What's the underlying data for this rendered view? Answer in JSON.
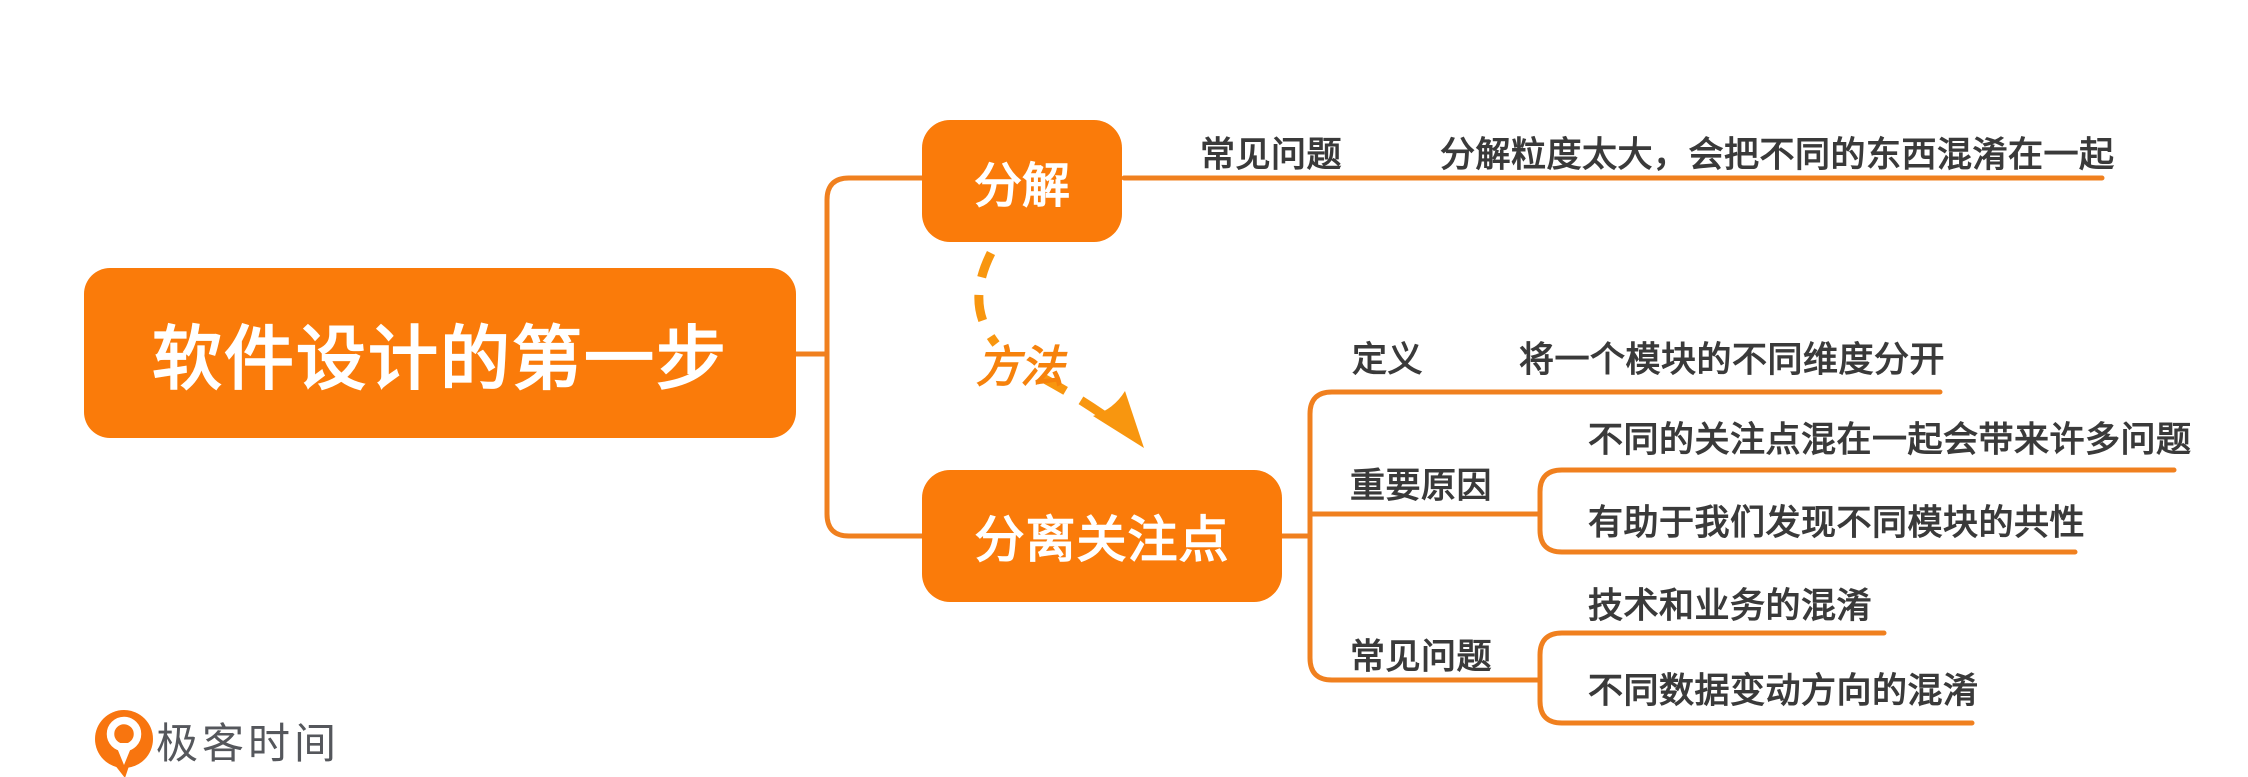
{
  "mindmap": {
    "root": {
      "label": "软件设计的第一步"
    },
    "branches": [
      {
        "label": "分解",
        "children": [
          {
            "label": "常见问题",
            "children": [
              {
                "label": "分解粒度太大，会把不同的东西混淆在一起"
              }
            ]
          }
        ]
      },
      {
        "label": "分离关注点",
        "children": [
          {
            "label": "定义",
            "children": [
              {
                "label": "将一个模块的不同维度分开"
              }
            ]
          },
          {
            "label": "重要原因",
            "children": [
              {
                "label": "不同的关注点混在一起会带来许多问题"
              },
              {
                "label": "有助于我们发现不同模块的共性"
              }
            ]
          },
          {
            "label": "常见问题",
            "children": [
              {
                "label": "技术和业务的混淆"
              },
              {
                "label": "不同数据变动方向的混淆"
              }
            ]
          }
        ]
      }
    ],
    "relationship": {
      "label": "方法",
      "from": "分解",
      "to": "分离关注点"
    }
  },
  "logo": {
    "text": "极客时间",
    "icon": "geektime-logo-icon"
  },
  "colors": {
    "node_fill": "#FA7B0A",
    "connector_line": "#F0801F",
    "relationship_orange": "#F8960F",
    "text_dark": "#3A3A3A",
    "node_text": "#FFFFFF",
    "logo_gray": "#55575C",
    "background": "#FFFFFF"
  }
}
